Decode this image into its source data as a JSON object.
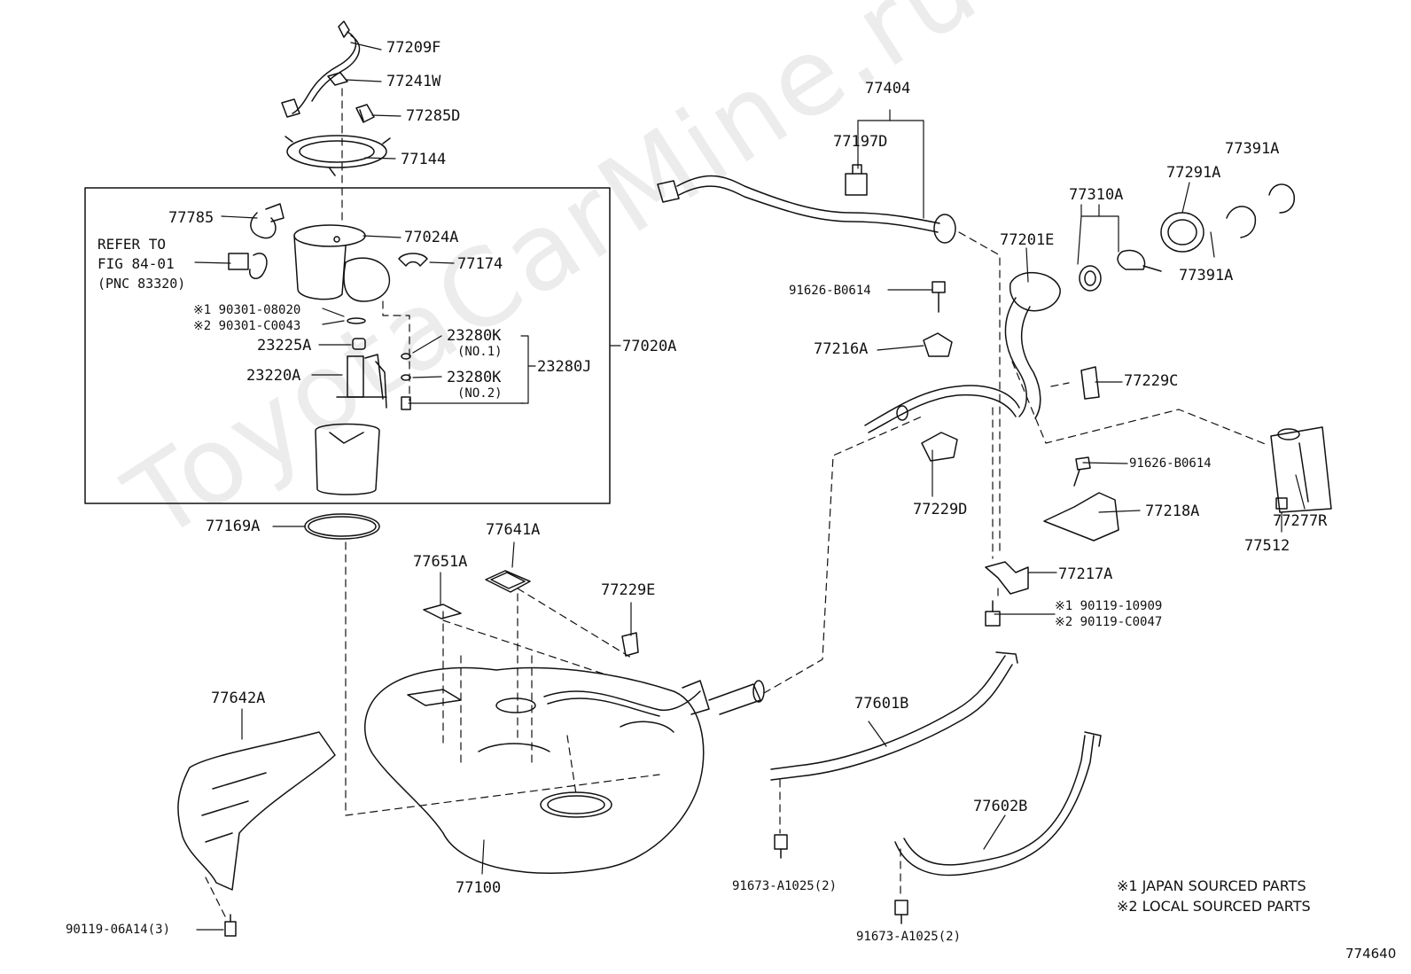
{
  "watermark": "ToyotaCarMine.ru",
  "figure_id": "774640",
  "refer": {
    "line1": "REFER TO",
    "line2": "FIG 84-01",
    "line3": "(PNC 83320)"
  },
  "notes": {
    "japan": "※1 JAPAN SOURCED PARTS",
    "local": "※2 LOCAL SOURCED PARTS"
  },
  "labels": {
    "p77209F": "77209F",
    "p77241W": "77241W",
    "p77285D": "77285D",
    "p77144": "77144",
    "p77785": "77785",
    "p77024A": "77024A",
    "p77174": "77174",
    "p190301": "※1 90301-08020",
    "p290301": "※2 90301-C0043",
    "p23225A": "23225A",
    "p23220A": "23220A",
    "p23280K1": "23280K",
    "no1": "(NO.1)",
    "p23280K2": "23280K",
    "no2": "(NO.2)",
    "p23280J": "23280J",
    "p77020A": "77020A",
    "p77169A": "77169A",
    "p77641A": "77641A",
    "p77651A": "77651A",
    "p77229E": "77229E",
    "p77642A": "77642A",
    "p77100": "77100",
    "p9011906A14": "90119-06A14(3)",
    "p77404": "77404",
    "p77197D": "77197D",
    "p91626a": "91626-B0614",
    "p77216A": "77216A",
    "p77229D": "77229D",
    "p77201E": "77201E",
    "p77310A": "77310A",
    "p77291A": "77291A",
    "p77391Atop": "77391A",
    "p77391Abot": "77391A",
    "p77229C": "77229C",
    "p77277R": "77277R",
    "p77512": "77512",
    "p91626b": "91626-B0614",
    "p77218A": "77218A",
    "p77217A": "77217A",
    "p190119": "※1 90119-10909",
    "p290119": "※2 90119-C0047",
    "p77601B": "77601B",
    "p77602B": "77602B",
    "p91673a": "91673-A1025(2)",
    "p91673b": "91673-A1025(2)"
  }
}
